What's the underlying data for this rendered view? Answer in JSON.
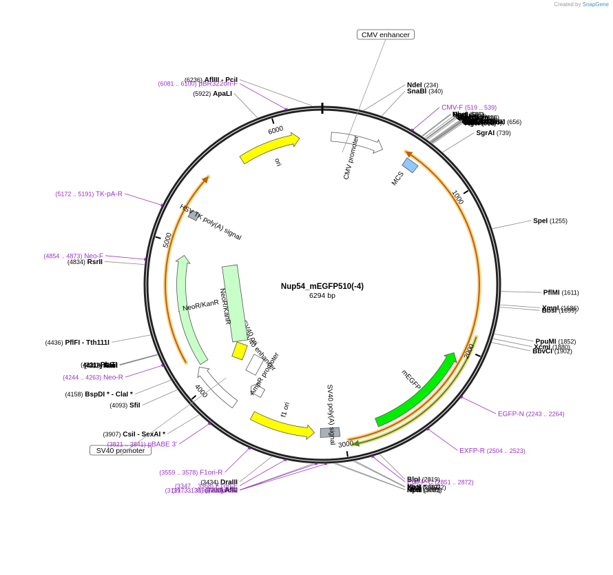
{
  "credit": {
    "prefix": "Created by",
    "brand": "SnapGene"
  },
  "plasmid": {
    "name": "Nup54_mEGFP510(-4)",
    "size": "6294 bp",
    "length": 6294
  },
  "colors": {
    "enzyme": "#000000",
    "primer": "#9b30c8",
    "backbone": "#222222",
    "ori": "#ffff00",
    "f1ori": "#ffff00",
    "resistance": "#c8ffc8",
    "promoter": "#ffffff",
    "egfp": "#00ee00",
    "orf": "#f0a020",
    "orf_inner": "#4a8a20"
  },
  "ticks": [
    {
      "pos": 1000,
      "label": "1000"
    },
    {
      "pos": 2000,
      "label": "2000"
    },
    {
      "pos": 3000,
      "label": "3000"
    },
    {
      "pos": 4000,
      "label": "4000"
    },
    {
      "pos": 5000,
      "label": "5000"
    },
    {
      "pos": 6000,
      "label": "6000"
    }
  ],
  "enzymes": [
    {
      "pos": 6236,
      "text": "AflIII  - PciI",
      "coord": "(6236)",
      "side": "L"
    },
    {
      "pos": 5922,
      "text": "ApaLI",
      "coord": "(5922)",
      "side": "L"
    },
    {
      "pos": 234,
      "text": "NdeI",
      "coord": "(234)",
      "side": "R"
    },
    {
      "pos": 340,
      "text": "SnaBI",
      "coord": "(340)",
      "side": "R"
    },
    {
      "pos": 591,
      "text": "NheI",
      "coord": "(591)",
      "side": "R"
    },
    {
      "pos": 595,
      "text": "BmtI",
      "coord": "(595)",
      "side": "R"
    },
    {
      "pos": 609,
      "text": "BglII",
      "coord": "(609)",
      "side": "R"
    },
    {
      "pos": 618,
      "text": "Eco53kI",
      "coord": "(618)",
      "side": "R"
    },
    {
      "pos": 620,
      "text": "SacI",
      "coord": "(620)",
      "side": "R"
    },
    {
      "pos": 622,
      "text": "HindIII",
      "coord": "(622)",
      "side": "R"
    },
    {
      "pos": 629,
      "text": "EcoRI",
      "coord": "(629)",
      "side": "R"
    },
    {
      "pos": 645,
      "text": "Acc65I",
      "coord": "(645)",
      "side": "R"
    },
    {
      "pos": 649,
      "text": "KpnI",
      "coord": "(649)",
      "side": "R"
    },
    {
      "pos": 653,
      "text": "PspOMI",
      "coord": "(653)",
      "side": "R"
    },
    {
      "pos": 656,
      "text": "TspMI  - XmaI",
      "coord": "(656)",
      "side": "R"
    },
    {
      "pos": 657,
      "text": "ApaI",
      "coord": "(657)",
      "side": "R"
    },
    {
      "pos": 658,
      "text": "SmaI",
      "coord": "(658)",
      "side": "R"
    },
    {
      "pos": 660,
      "text": "BamHI",
      "coord": "(660)",
      "side": "R"
    },
    {
      "pos": 666,
      "text": "AgeI",
      "coord": "(666)",
      "side": "R"
    },
    {
      "pos": 739,
      "text": "SgrAI",
      "coord": "(739)",
      "side": "R"
    },
    {
      "pos": 1255,
      "text": "SpeI",
      "coord": "(1255)",
      "side": "R"
    },
    {
      "pos": 1611,
      "text": "PflMI",
      "coord": "(1611)",
      "side": "R"
    },
    {
      "pos": 1686,
      "text": "XmnI",
      "coord": "(1686)",
      "side": "R"
    },
    {
      "pos": 1699,
      "text": "BbsI",
      "coord": "(1699)",
      "side": "R"
    },
    {
      "pos": 1852,
      "text": "PpuMI",
      "coord": "(1852)",
      "side": "R"
    },
    {
      "pos": 1880,
      "text": "XcmI",
      "coord": "(1880)",
      "side": "R"
    },
    {
      "pos": 1902,
      "text": "BbvCI",
      "coord": "(1902)",
      "side": "R"
    },
    {
      "pos": 2819,
      "text": "BlpI",
      "coord": "(2819)",
      "side": "R"
    },
    {
      "pos": 2962,
      "text": "NotI",
      "coord": "(2962)",
      "side": "R"
    },
    {
      "pos": 2972,
      "text": "XbaI *",
      "coord": "(2972)",
      "side": "R"
    },
    {
      "pos": 3068,
      "text": "MfeI",
      "coord": "(3068)",
      "side": "R"
    },
    {
      "pos": 3081,
      "text": "HpaI",
      "coord": "(3081)",
      "side": "R"
    },
    {
      "pos": 3200,
      "text": "AflII",
      "coord": "(3200)",
      "side": "L"
    },
    {
      "pos": 3434,
      "text": "DraIII",
      "coord": "(3434)",
      "side": "L"
    },
    {
      "pos": 3907,
      "text": "CsiI  - SexAI *",
      "coord": "(3907)",
      "side": "L"
    },
    {
      "pos": 4093,
      "text": "SfiI",
      "coord": "(4093)",
      "side": "L"
    },
    {
      "pos": 4158,
      "text": "BspDI *  - ClaI *",
      "coord": "(4158)",
      "side": "L"
    },
    {
      "pos": 4317,
      "text": "KasI",
      "coord": "(4317)",
      "side": "L"
    },
    {
      "pos": 4318,
      "text": "NarI",
      "coord": "(4318)",
      "side": "L"
    },
    {
      "pos": 4319,
      "text": "SfoI",
      "coord": "(4319)",
      "side": "L"
    },
    {
      "pos": 4321,
      "text": "PluTI",
      "coord": "(4321)",
      "side": "L"
    },
    {
      "pos": 4436,
      "text": "PflFI  - Tth111I",
      "coord": "(4436)",
      "side": "L"
    },
    {
      "pos": 4834,
      "text": "RsrII",
      "coord": "(4834)",
      "side": "L"
    }
  ],
  "primers": [
    {
      "pos": 6090,
      "name": "pBR322ori-F",
      "coord": "(6081 .. 6100)",
      "side": "L"
    },
    {
      "pos": 529,
      "name": "CMV-F",
      "coord": "(519 .. 539)",
      "side": "R"
    },
    {
      "pos": 5181,
      "name": "TK-pA-R",
      "coord": "(5172 .. 5191)",
      "side": "L"
    },
    {
      "pos": 4863,
      "name": "Neo-F",
      "coord": "(4854 .. 4873)",
      "side": "L"
    },
    {
      "pos": 4253,
      "name": "Neo-R",
      "coord": "(4244 .. 4263)",
      "side": "L"
    },
    {
      "pos": 3831,
      "name": "pBABE 3'",
      "coord": "(3821 .. 3841)",
      "side": "L"
    },
    {
      "pos": 3568,
      "name": "F1ori-R",
      "coord": "(3559 .. 3578)",
      "side": "L"
    },
    {
      "pos": 3357,
      "name": "F1ori-F",
      "coord": "(3347 .. 3368)",
      "side": "L"
    },
    {
      "pos": 3182,
      "name": "EBV-rev",
      "coord": "(3173 .. 3192)",
      "side": "L"
    },
    {
      "pos": 3128,
      "name": "SV40pA-R",
      "coord": "(3119 .. 3138)",
      "side": "L"
    },
    {
      "pos": 2861,
      "name": "EGFP-C",
      "coord": "(2851 .. 2872)",
      "side": "R"
    },
    {
      "pos": 2513,
      "name": "EXFP-R",
      "coord": "(2504 .. 2523)",
      "side": "R"
    },
    {
      "pos": 2253,
      "name": "EGFP-N",
      "coord": "(2243 .. 2264)",
      "side": "R"
    }
  ],
  "boxed_labels": [
    {
      "text": "CMV enhancer"
    },
    {
      "text": "SV40 promoter"
    }
  ],
  "features": [
    {
      "name": "ori",
      "start": 5720,
      "end": 6140,
      "color": "#ffff00",
      "dir": 1,
      "r": 215,
      "label": "ori"
    },
    {
      "name": "CMV promoter",
      "start": 60,
      "end": 420,
      "color": "#ffffff",
      "dir": 1,
      "r": 215,
      "label": "CMV promoter"
    },
    {
      "name": "MCS",
      "start": 590,
      "end": 680,
      "color": "#8ec8ff",
      "dir": 0,
      "r": 215,
      "label": "MCS"
    },
    {
      "name": "mEGFP",
      "start": 2050,
      "end": 2770,
      "color": "#00ee00",
      "dir": -1,
      "r": 215,
      "label": "mEGFP"
    },
    {
      "name": "SV40 poly(A) signal",
      "start": 3030,
      "end": 3160,
      "color": "#a8b0b8",
      "dir": 0,
      "r": 215,
      "label": "SV40 poly(A) signal"
    },
    {
      "name": "f1 ori",
      "start": 3200,
      "end": 3640,
      "color": "#ffff00",
      "dir": -1,
      "r": 215,
      "label": "f1 ori"
    },
    {
      "name": "AmpR promoter",
      "start": 3650,
      "end": 3760,
      "color": "#ffffff",
      "dir": 1,
      "r": 180,
      "label": "AmpR promoter"
    },
    {
      "name": "SV40 promoter",
      "start": 3780,
      "end": 4130,
      "color": "#ffffff",
      "dir": 1,
      "r": 215,
      "label": ""
    },
    {
      "name": "NeoR/KanR",
      "start": 4140,
      "end": 4930,
      "color": "#c8ffc8",
      "dir": 1,
      "r": 205,
      "label": "NeoR/KanR"
    },
    {
      "name": "HSV TK poly(A) signal",
      "start": 5190,
      "end": 5240,
      "color": "#a8b0b8",
      "dir": 0,
      "r": 212,
      "label": "HSV TK poly(A) signal"
    }
  ],
  "inner_features": [
    {
      "name": "SV40 ori",
      "label": "SV40 ori",
      "color": "#ffff00"
    },
    {
      "name": "SV40 enhancer",
      "label": "SV40 enhancer",
      "color": "#ffffff"
    },
    {
      "name": "NeoR/KanR (inner)",
      "label": "NeoR/KanR",
      "color": "#c8ffc8"
    }
  ],
  "orfs": [
    {
      "start": 560,
      "end": 2980,
      "dir": -1,
      "r": 228
    },
    {
      "start": 1900,
      "end": 2960,
      "dir": 1,
      "r": 236
    },
    {
      "start": 4200,
      "end": 5480,
      "dir": 1,
      "r": 228
    },
    {
      "start": 4500,
      "end": 4870,
      "dir": -1,
      "r": 208
    }
  ]
}
